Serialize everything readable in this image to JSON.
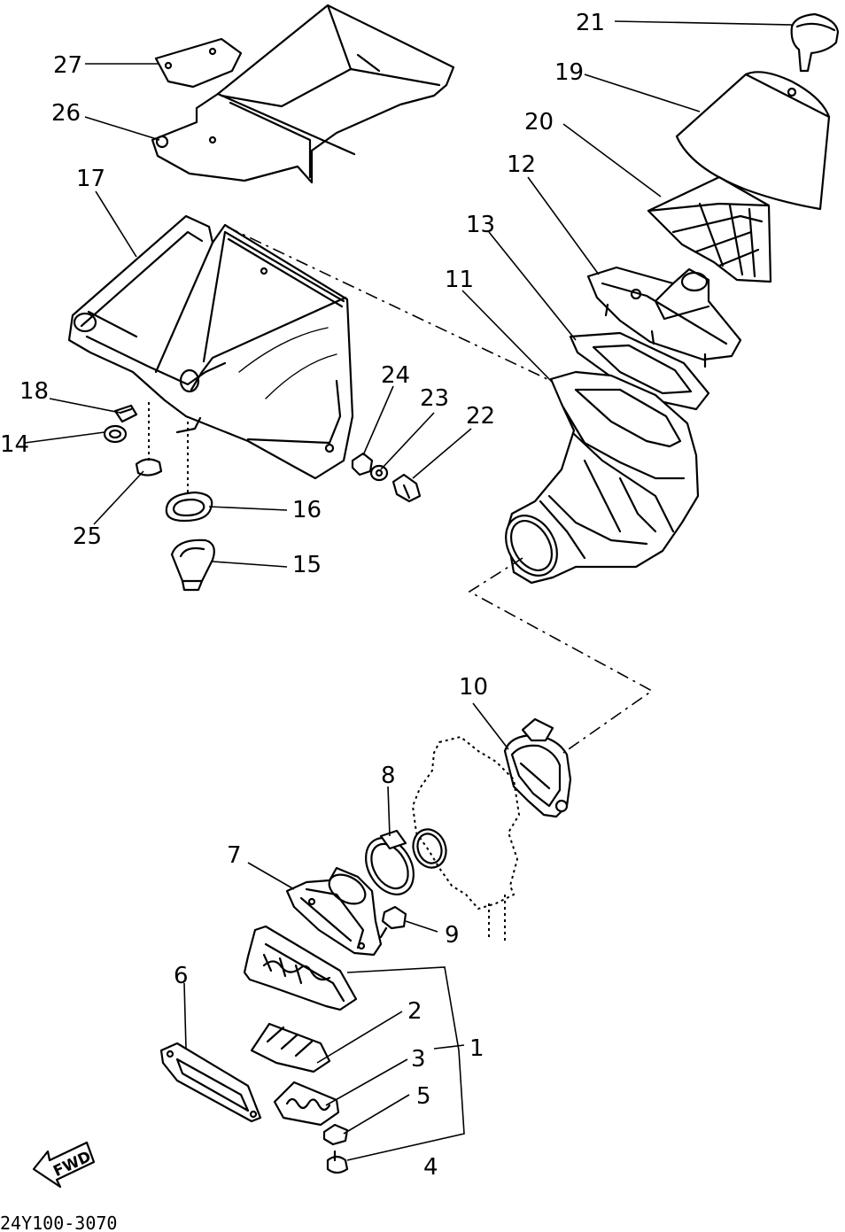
{
  "diagram": {
    "drawing_code": "24Y100-3070",
    "direction_marker": "FWD",
    "callouts": {
      "p1": "1",
      "p2": "2",
      "p3": "3",
      "p4": "4",
      "p5": "5",
      "p6": "6",
      "p7": "7",
      "p8": "8",
      "p9": "9",
      "p10": "10",
      "p11": "11",
      "p12": "12",
      "p13": "13",
      "p14": "14",
      "p15": "15",
      "p16": "16",
      "p17": "17",
      "p18": "18",
      "p19": "19",
      "p20": "20",
      "p21": "21",
      "p22": "22",
      "p23": "23",
      "p24": "24",
      "p25": "25",
      "p26": "26",
      "p27": "27"
    }
  }
}
